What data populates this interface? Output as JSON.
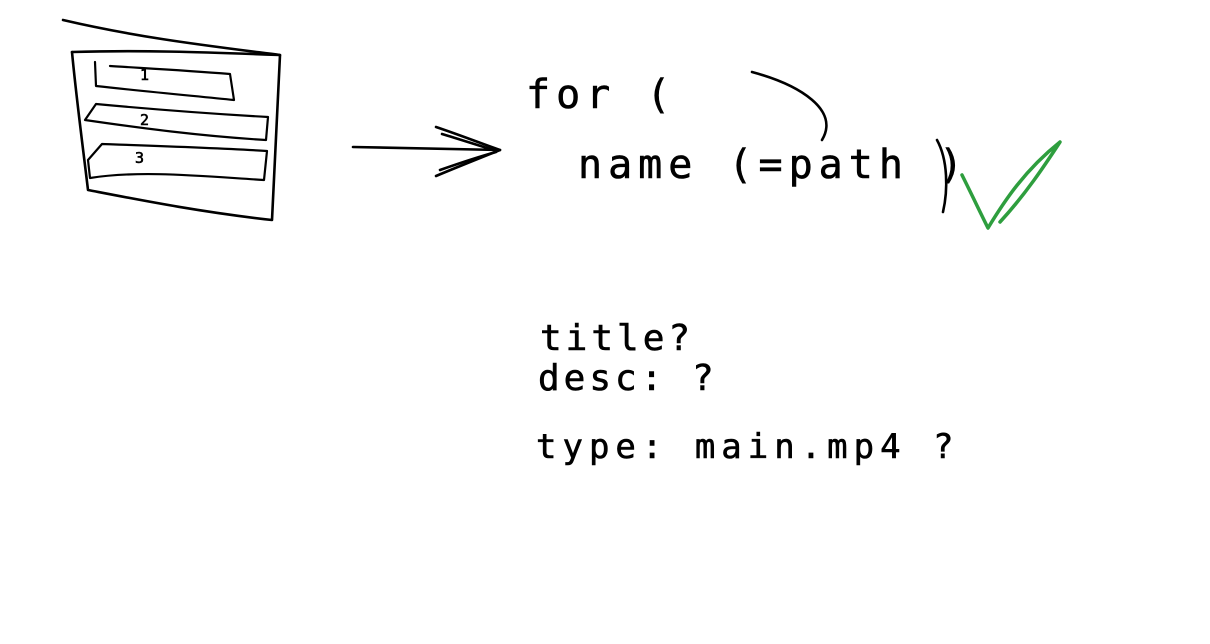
{
  "sketch": {
    "list_items": [
      "1",
      "2",
      "3"
    ],
    "code_line1": "for (",
    "code_line2": "name (=path )",
    "fields": {
      "title": "title?",
      "desc": "desc: ?",
      "type": "type: main.mp4 ?"
    },
    "colors": {
      "ink": "#000000",
      "check": "#2e9e3e",
      "background": "#ffffff"
    },
    "icons": [
      "arrow-right-icon",
      "checkmark-icon"
    ]
  }
}
